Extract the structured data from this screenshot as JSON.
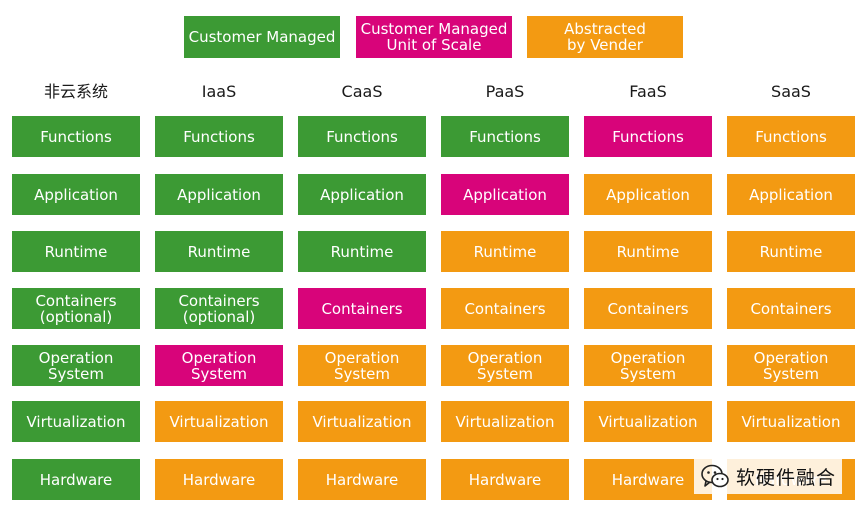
{
  "legend": [
    {
      "lines": [
        "Customer Managed"
      ],
      "color": "#3c9a34"
    },
    {
      "lines": [
        "Customer Managed",
        "Unit of Scale"
      ],
      "color": "#d8047a"
    },
    {
      "lines": [
        "Abstracted",
        "by Vender"
      ],
      "color": "#f39a12"
    }
  ],
  "columns": [
    {
      "name": "非云系统",
      "layers": [
        {
          "lines": [
            "Functions"
          ],
          "status": "g"
        },
        {
          "lines": [
            "Application"
          ],
          "status": "g"
        },
        {
          "lines": [
            "Runtime"
          ],
          "status": "g"
        },
        {
          "lines": [
            "Containers",
            "(optional)"
          ],
          "status": "g"
        },
        {
          "lines": [
            "Operation",
            "System"
          ],
          "status": "g"
        },
        {
          "lines": [
            "Virtualization"
          ],
          "status": "g"
        },
        {
          "lines": [
            "Hardware"
          ],
          "status": "g"
        }
      ]
    },
    {
      "name": "IaaS",
      "layers": [
        {
          "lines": [
            "Functions"
          ],
          "status": "g"
        },
        {
          "lines": [
            "Application"
          ],
          "status": "g"
        },
        {
          "lines": [
            "Runtime"
          ],
          "status": "g"
        },
        {
          "lines": [
            "Containers",
            "(optional)"
          ],
          "status": "g"
        },
        {
          "lines": [
            "Operation",
            "System"
          ],
          "status": "p"
        },
        {
          "lines": [
            "Virtualization"
          ],
          "status": "o"
        },
        {
          "lines": [
            "Hardware"
          ],
          "status": "o"
        }
      ]
    },
    {
      "name": "CaaS",
      "layers": [
        {
          "lines": [
            "Functions"
          ],
          "status": "g"
        },
        {
          "lines": [
            "Application"
          ],
          "status": "g"
        },
        {
          "lines": [
            "Runtime"
          ],
          "status": "g"
        },
        {
          "lines": [
            "Containers"
          ],
          "status": "p"
        },
        {
          "lines": [
            "Operation",
            "System"
          ],
          "status": "o"
        },
        {
          "lines": [
            "Virtualization"
          ],
          "status": "o"
        },
        {
          "lines": [
            "Hardware"
          ],
          "status": "o"
        }
      ]
    },
    {
      "name": "PaaS",
      "layers": [
        {
          "lines": [
            "Functions"
          ],
          "status": "g"
        },
        {
          "lines": [
            "Application"
          ],
          "status": "p"
        },
        {
          "lines": [
            "Runtime"
          ],
          "status": "o"
        },
        {
          "lines": [
            "Containers"
          ],
          "status": "o"
        },
        {
          "lines": [
            "Operation",
            "System"
          ],
          "status": "o"
        },
        {
          "lines": [
            "Virtualization"
          ],
          "status": "o"
        },
        {
          "lines": [
            "Hardware"
          ],
          "status": "o"
        }
      ]
    },
    {
      "name": "FaaS",
      "layers": [
        {
          "lines": [
            "Functions"
          ],
          "status": "p"
        },
        {
          "lines": [
            "Application"
          ],
          "status": "o"
        },
        {
          "lines": [
            "Runtime"
          ],
          "status": "o"
        },
        {
          "lines": [
            "Containers"
          ],
          "status": "o"
        },
        {
          "lines": [
            "Operation",
            "System"
          ],
          "status": "o"
        },
        {
          "lines": [
            "Virtualization"
          ],
          "status": "o"
        },
        {
          "lines": [
            "Hardware"
          ],
          "status": "o"
        }
      ]
    },
    {
      "name": "SaaS",
      "layers": [
        {
          "lines": [
            "Functions"
          ],
          "status": "o"
        },
        {
          "lines": [
            "Application"
          ],
          "status": "o"
        },
        {
          "lines": [
            "Runtime"
          ],
          "status": "o"
        },
        {
          "lines": [
            "Containers"
          ],
          "status": "o"
        },
        {
          "lines": [
            "Operation",
            "System"
          ],
          "status": "o"
        },
        {
          "lines": [
            "Virtualization"
          ],
          "status": "o"
        },
        {
          "lines": [
            "Hardware"
          ],
          "status": "o"
        }
      ]
    }
  ],
  "watermark": {
    "text": "软硬件融合",
    "icon": "wechat-icon"
  }
}
